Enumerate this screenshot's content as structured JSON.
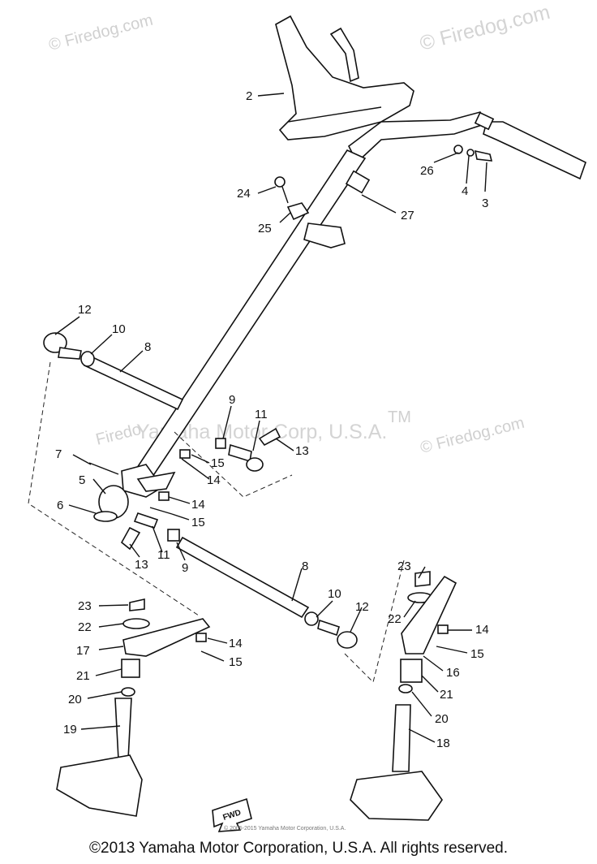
{
  "watermarks": {
    "top_left": "© Firedog.com",
    "top_right": "© Firedog.com",
    "center": "Yamaha Motor Corp, U.S.A.",
    "center_tm": "TM",
    "right": "© Firedog.com",
    "left_partial": "Firedo"
  },
  "fwd_label": "FWD",
  "small_notice": "© 2005-2015 Yamaha Motor Corporation, U.S.A.",
  "copyright": "©2013 Yamaha Motor Corporation, U.S.A. All rights reserved.",
  "callouts": {
    "c2": "2",
    "c3": "3",
    "c4": "4",
    "c26": "26",
    "c27": "27",
    "c24": "24",
    "c25": "25",
    "c12a": "12",
    "c10a": "10",
    "c8a": "8",
    "c9a": "9",
    "c11a": "11",
    "c13a": "13",
    "c15a": "15",
    "c14a": "14",
    "c7": "7",
    "c5": "5",
    "c6": "6",
    "c14b": "14",
    "c15b": "15",
    "c13b": "13",
    "c11b": "11",
    "c9b": "9",
    "c8b": "8",
    "c10b": "10",
    "c12b": "12",
    "c23a": "23",
    "c22a": "22",
    "c17": "17",
    "c14c": "14",
    "c15c": "15",
    "c21a": "21",
    "c20a": "20",
    "c19": "19",
    "c23b": "23",
    "c22b": "22",
    "c14d": "14",
    "c15d": "15",
    "c16": "16",
    "c21b": "21",
    "c20b": "20",
    "c18": "18"
  }
}
